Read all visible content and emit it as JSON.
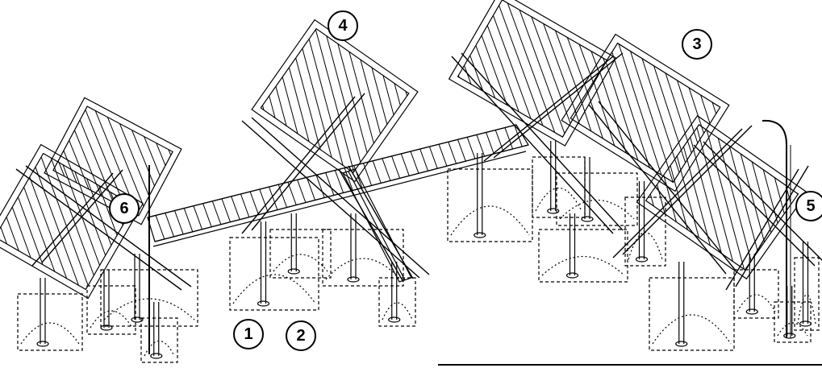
{
  "callouts": [
    {
      "id": "c1",
      "label": "1"
    },
    {
      "id": "c2",
      "label": "2"
    },
    {
      "id": "c3",
      "label": "3"
    },
    {
      "id": "c4",
      "label": "4"
    },
    {
      "id": "c5",
      "label": "5"
    },
    {
      "id": "c6",
      "label": "6"
    }
  ],
  "colors": {
    "line": "#000000",
    "background": "#ffffff"
  }
}
